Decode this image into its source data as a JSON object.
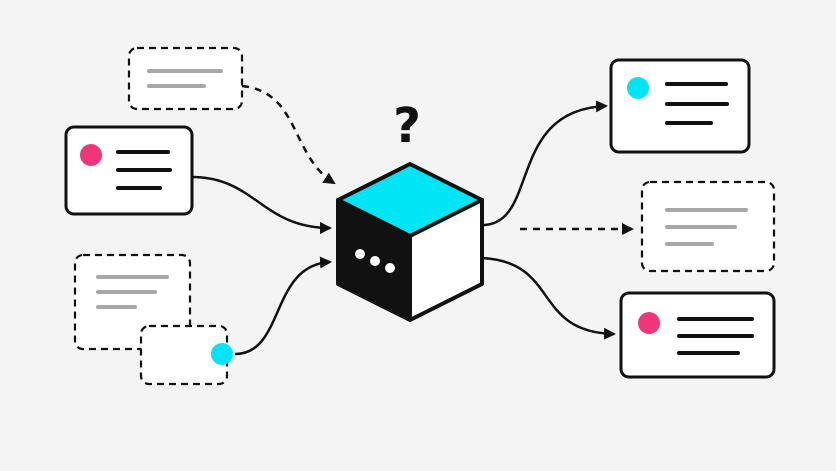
{
  "diagram": {
    "center_symbol": "?",
    "center_ellipsis": "...",
    "colors": {
      "ink": "#111111",
      "accent_cyan": "#00E5F5",
      "accent_pink": "#F0357A",
      "placeholder_line": "#A8A8A8",
      "card_fill": "#FFFFFF",
      "background": "#F4F4F4"
    },
    "inputs": [
      {
        "kind": "dashed-card",
        "marker": "none"
      },
      {
        "kind": "solid-card",
        "marker": "pink-dot"
      },
      {
        "kind": "dashed-card-stack",
        "marker": "cyan-dot"
      }
    ],
    "outputs": [
      {
        "kind": "solid-card",
        "marker": "cyan-dot"
      },
      {
        "kind": "dashed-card",
        "marker": "none"
      },
      {
        "kind": "solid-card",
        "marker": "pink-dot"
      }
    ],
    "center": {
      "kind": "black-box-cube",
      "icon": "question-mark-icon"
    }
  }
}
